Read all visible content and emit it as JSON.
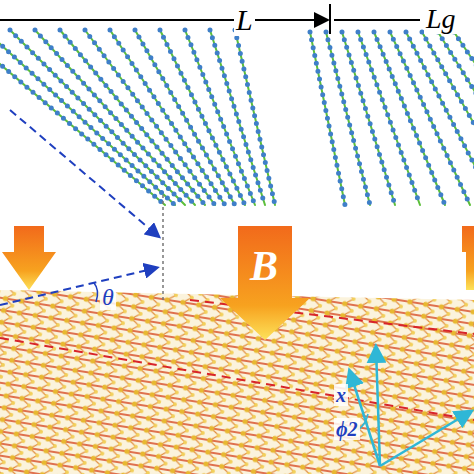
{
  "diagram": {
    "labels": [
      "L",
      "Lg",
      "B",
      "θ",
      "x",
      "ϕ2"
    ]
  }
}
